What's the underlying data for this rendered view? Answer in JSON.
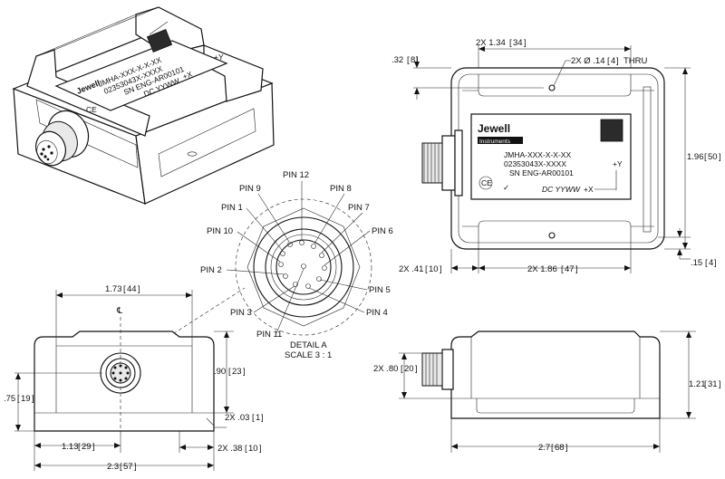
{
  "label": {
    "brand": "Jewell",
    "brand_sub": "Instruments",
    "model": "JMHA-XXX-X-X-XX",
    "part": "02353043X-XXXX",
    "serial": "SN ENG-AR00101",
    "datecode": "DC YYWW",
    "axis_x": "+X",
    "axis_y": "+Y"
  },
  "pins": {
    "p1": "PIN 1",
    "p2": "PIN 2",
    "p3": "PIN 3",
    "p4": "PIN 4",
    "p5": "PIN 5",
    "p6": "PIN 6",
    "p7": "PIN 7",
    "p8": "PIN 8",
    "p9": "PIN 9",
    "p10": "PIN 10",
    "p11": "PIN 11",
    "p12": "PIN 12"
  },
  "detail": {
    "title": "DETAIL A",
    "scale": "SCALE 3 : 1"
  },
  "top_view_dims": {
    "hole_spacing": "2X 1.34",
    "hole_spacing_mm": "34",
    "hole_callout": "2X Ø .14",
    "hole_callout_mm": "4",
    "hole_thru": "THRU",
    "edge_offset": ".32",
    "edge_offset_mm": "8",
    "height": "1.96",
    "height_mm": "50",
    "slot": ".15",
    "slot_mm": "4",
    "left_offset": "2X .41",
    "left_offset_mm": "10",
    "foot_spacing": "2X 1.86",
    "foot_spacing_mm": "47"
  },
  "front_view_dims": {
    "width": "1.73",
    "width_mm": "44",
    "centerline": "℄",
    "conn_height": ".90",
    "conn_height_mm": "23",
    "base_height": ".75",
    "base_height_mm": "19",
    "flange": "2X .03",
    "flange_mm": "1",
    "center_offset": "1.13",
    "center_offset_mm": "29",
    "foot": "2X .38",
    "foot_mm": "10",
    "overall": "2.3",
    "overall_mm": "57"
  },
  "side_view_dims": {
    "conn_height": "2X .80",
    "conn_height_mm": "20",
    "height": "1.21",
    "height_mm": "31",
    "length": "2.7",
    "length_mm": "68"
  }
}
